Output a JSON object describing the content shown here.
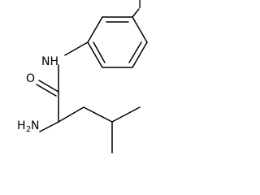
{
  "molecule": {
    "atoms": {
      "iodine": "I",
      "amide_nh": "NH",
      "carbonyl_o": "O",
      "amine_h": "H",
      "amine_sub": "2",
      "amine_n": "N"
    }
  }
}
